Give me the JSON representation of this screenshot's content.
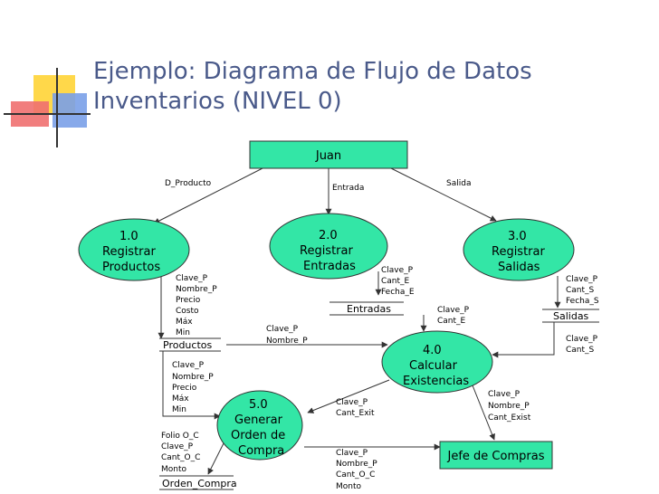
{
  "title": {
    "line1": "Ejemplo: Diagrama de Flujo de Datos",
    "line2": "Inventarios (NIVEL 0)"
  },
  "colors": {
    "node_fill": "#33e6a6",
    "title": "#4a5a8a",
    "line": "#333333",
    "deco_yellow": "#ffd84a",
    "deco_blue": "#7aa0e8",
    "deco_red": "#f07070"
  },
  "entities": {
    "juan": "Juan",
    "jefe": "Jefe de Compras"
  },
  "processes": {
    "p1": [
      "1.0",
      "Registrar",
      "Productos"
    ],
    "p2": [
      "2.0",
      "Registrar",
      "Entradas"
    ],
    "p3": [
      "3.0",
      "Registrar",
      "Salidas"
    ],
    "p4": [
      "4.0",
      "Calcular",
      "Existencias"
    ],
    "p5": [
      "5.0",
      "Generar",
      "Orden de",
      "Compra"
    ]
  },
  "stores": {
    "productos": "Productos",
    "entradas": "Entradas",
    "salidas": "Salidas",
    "orden_compra": "Orden_Compra"
  },
  "flows": {
    "d_producto": "D_Producto",
    "entrada": "Entrada",
    "salida": "Salida",
    "p1_to_productos": [
      "Clave_P",
      "Nombre_P",
      "Precio",
      "Costo",
      "Máx",
      "Min"
    ],
    "p2_to_entradas": [
      "Clave_P",
      "Cant_E",
      "Fecha_E"
    ],
    "p3_to_salidas": [
      "Clave_P",
      "Cant_S",
      "Fecha_S"
    ],
    "productos_to_p4": [
      "Clave_P",
      "Nombre_P"
    ],
    "entradas_to_p4": [
      "Clave_P",
      "Cant_E"
    ],
    "salidas_to_p4": [
      "Clave_P",
      "Cant_S"
    ],
    "productos_to_p5": [
      "Clave_P",
      "Nombre_P",
      "Precio",
      "Máx",
      "Min"
    ],
    "p4_to_p5": [
      "Clave_P",
      "Cant_Exit"
    ],
    "p4_to_jefe": [
      "Clave_P",
      "Nombre_P",
      "Cant_Exist"
    ],
    "p5_to_orden": [
      "Folio O_C",
      "Clave_P",
      "Cant_O_C",
      "Monto"
    ],
    "p5_to_jefe": [
      "Clave_P",
      "Nombre_P",
      "Cant_O_C",
      "Monto"
    ]
  }
}
